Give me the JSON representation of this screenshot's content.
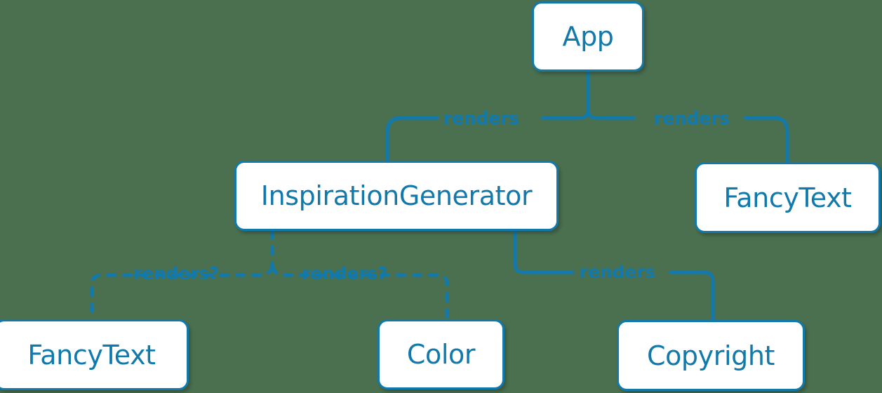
{
  "diagram": {
    "type": "component-tree",
    "background_color": "#4a7050",
    "accent_color": "#1179ab",
    "node_fill": "#ffffff",
    "nodes": [
      {
        "id": "app",
        "label": "App"
      },
      {
        "id": "inspgen",
        "label": "InspirationGenerator"
      },
      {
        "id": "fancytext_top",
        "label": "FancyText"
      },
      {
        "id": "fancytext_bot",
        "label": "FancyText"
      },
      {
        "id": "color",
        "label": "Color"
      },
      {
        "id": "copyright",
        "label": "Copyright"
      }
    ],
    "edges": [
      {
        "id": "app-inspgen",
        "from": "app",
        "to": "inspgen",
        "label": "renders",
        "style": "solid"
      },
      {
        "id": "app-fancytext",
        "from": "app",
        "to": "fancytext_top",
        "label": "renders",
        "style": "solid"
      },
      {
        "id": "inspgen-fancytext",
        "from": "inspgen",
        "to": "fancytext_bot",
        "label": "renders?",
        "style": "dashed"
      },
      {
        "id": "inspgen-color",
        "from": "inspgen",
        "to": "color",
        "label": "renders?",
        "style": "dashed"
      },
      {
        "id": "inspgen-copyright",
        "from": "inspgen",
        "to": "copyright",
        "label": "renders",
        "style": "solid"
      }
    ]
  }
}
